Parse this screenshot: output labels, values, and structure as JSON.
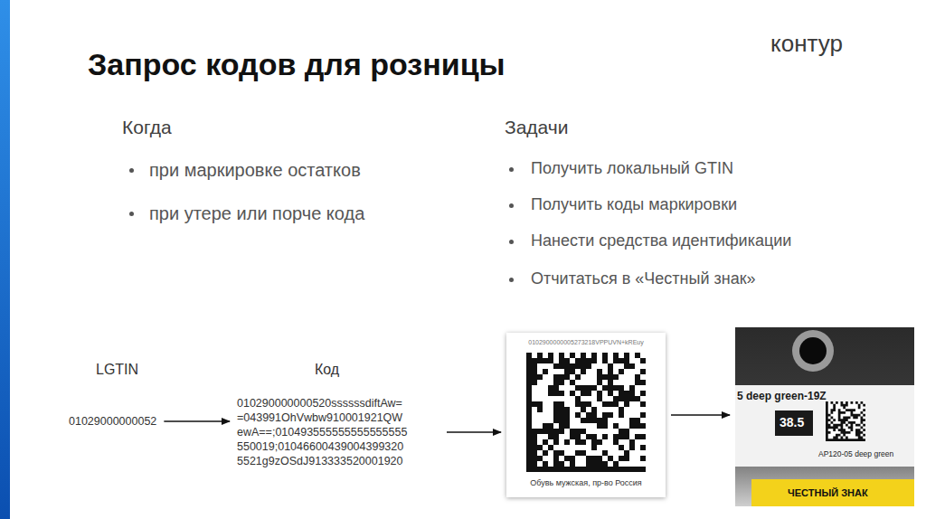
{
  "diagram": {
    "title": "Запрос кодов для розницы",
    "nodes": [
      {
        "text": [
          "01029000000052"
        ]
      },
      {
        "text": [
          "010290000000520ssssssdiftAw= =043991OhVwbw910001921QW ewA==;010493555555555555555 550019;01046600439004399320 5521g9zOSdJ913333520001920"
        ]
      },
      {
        "text": [
          "0102900000005273218VPPUVN+kREuy",
          "Обувь мужская, пр-во Россия"
        ]
      },
      {
        "text": [
          "5 deep green-19Z",
          "38.5",
          "AP120-05 deep green",
          "ЧЕСТНЫЙ ЗНАК"
        ]
      }
    ],
    "edges": [
      {
        "from": 0,
        "to": 1,
        "arrow": "to"
      },
      {
        "from": 1,
        "to": 2,
        "arrow": "to"
      },
      {
        "from": 2,
        "to": 3,
        "arrow": "to"
      }
    ],
    "labels": [
      "контур",
      "Когда",
      "при маркировке остатков",
      "при утере или порче кода",
      "Задачи",
      "Получить локальный GTIN",
      "Получить коды маркировки",
      "Нанести средства идентификации",
      "Отчитаться в «Честный знак»",
      "LGTIN",
      "Код"
    ]
  }
}
